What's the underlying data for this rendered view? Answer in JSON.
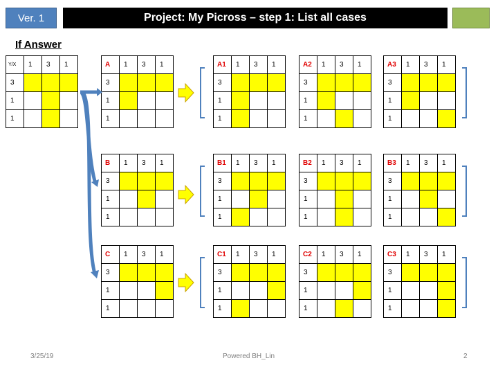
{
  "header": {
    "version": "Ver. 1",
    "title": "Project: My Picross – step 1: List all cases"
  },
  "section_label": "If Answer",
  "clues": {
    "cols": [
      "1",
      "3",
      "1"
    ],
    "rows": [
      "3",
      "1",
      "1"
    ]
  },
  "source_grid": {
    "label": "Y/X",
    "cells": [
      [
        1,
        1,
        1
      ],
      [
        0,
        1,
        0
      ],
      [
        0,
        1,
        0
      ]
    ]
  },
  "rows": [
    {
      "base": {
        "label": "A",
        "cells": [
          [
            1,
            1,
            1
          ],
          [
            1,
            0,
            0
          ],
          [
            0,
            0,
            0
          ]
        ]
      },
      "cases": [
        {
          "label": "A1",
          "cells": [
            [
              1,
              1,
              1
            ],
            [
              1,
              0,
              0
            ],
            [
              1,
              0,
              0
            ]
          ]
        },
        {
          "label": "A2",
          "cells": [
            [
              1,
              1,
              1
            ],
            [
              1,
              0,
              0
            ],
            [
              0,
              1,
              0
            ]
          ]
        },
        {
          "label": "A3",
          "cells": [
            [
              1,
              1,
              1
            ],
            [
              1,
              0,
              0
            ],
            [
              0,
              0,
              1
            ]
          ]
        }
      ]
    },
    {
      "base": {
        "label": "B",
        "cells": [
          [
            1,
            1,
            1
          ],
          [
            0,
            1,
            0
          ],
          [
            0,
            0,
            0
          ]
        ]
      },
      "cases": [
        {
          "label": "B1",
          "cells": [
            [
              1,
              1,
              1
            ],
            [
              0,
              1,
              0
            ],
            [
              1,
              0,
              0
            ]
          ]
        },
        {
          "label": "B2",
          "cells": [
            [
              1,
              1,
              1
            ],
            [
              0,
              1,
              0
            ],
            [
              0,
              1,
              0
            ]
          ]
        },
        {
          "label": "B3",
          "cells": [
            [
              1,
              1,
              1
            ],
            [
              0,
              1,
              0
            ],
            [
              0,
              0,
              1
            ]
          ]
        }
      ]
    },
    {
      "base": {
        "label": "C",
        "cells": [
          [
            1,
            1,
            1
          ],
          [
            0,
            0,
            1
          ],
          [
            0,
            0,
            0
          ]
        ]
      },
      "cases": [
        {
          "label": "C1",
          "cells": [
            [
              1,
              1,
              1
            ],
            [
              0,
              0,
              1
            ],
            [
              1,
              0,
              0
            ]
          ]
        },
        {
          "label": "C2",
          "cells": [
            [
              1,
              1,
              1
            ],
            [
              0,
              0,
              1
            ],
            [
              0,
              1,
              0
            ]
          ]
        },
        {
          "label": "C3",
          "cells": [
            [
              1,
              1,
              1
            ],
            [
              0,
              0,
              1
            ],
            [
              0,
              0,
              1
            ]
          ]
        }
      ]
    }
  ],
  "footer": {
    "date": "3/25/19",
    "credit": "Powered BH_Lin",
    "page": "2"
  },
  "colors": {
    "fill": "#ffff00",
    "label_red": "#e00000",
    "version_bg": "#4f81bd",
    "title_bg": "#000000",
    "green_box": "#9bbb59",
    "flow_arrow": "#4f81bd",
    "bracket": "#4f81bd"
  }
}
